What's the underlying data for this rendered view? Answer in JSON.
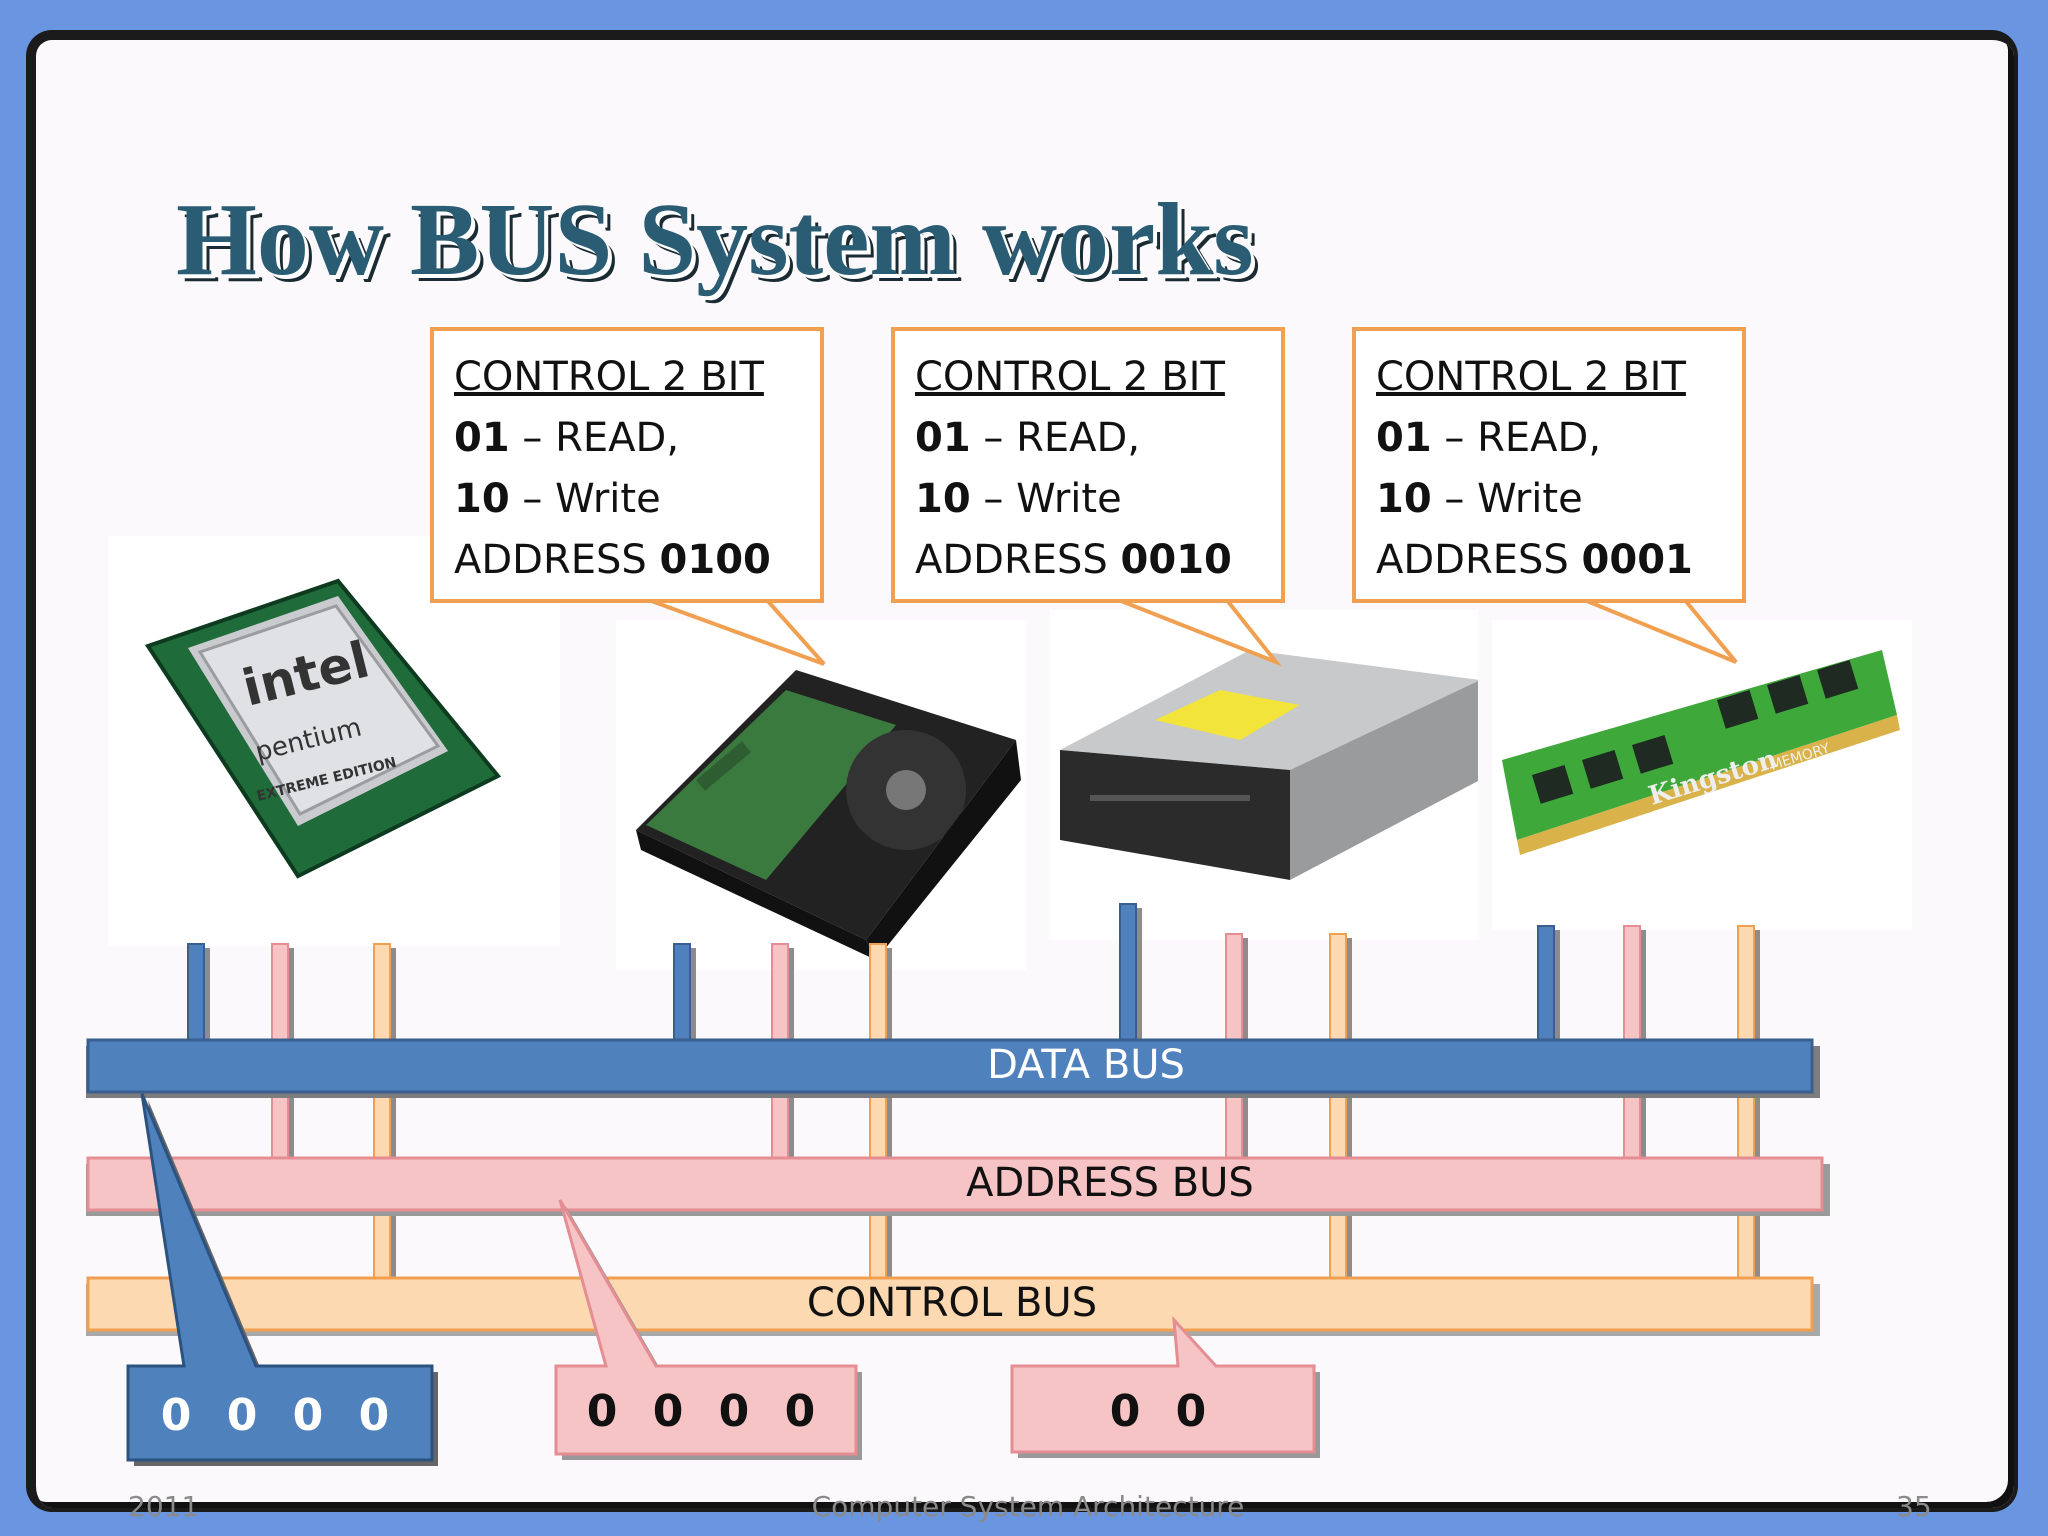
{
  "title": "How BUS System works",
  "callouts": [
    {
      "heading": "CONTROL 2 BIT",
      "read_code": "01",
      "read_text": " – READ,",
      "write_code": "10",
      "write_text": " – Write",
      "address_label": "ADDRESS ",
      "address_value": "0100"
    },
    {
      "heading": "CONTROL 2 BIT",
      "read_code": "01",
      "read_text": " – READ,",
      "write_code": "10",
      "write_text": " – Write",
      "address_label": "ADDRESS ",
      "address_value": "0010"
    },
    {
      "heading": "CONTROL 2 BIT",
      "read_code": "01",
      "read_text": " – READ,",
      "write_code": "10",
      "write_text": " – Write",
      "address_label": "ADDRESS ",
      "address_value": "0001"
    }
  ],
  "devices": {
    "cpu": {
      "brand": "intel",
      "model": "pentium",
      "edition": "EXTREME EDITION"
    },
    "hdd": {},
    "optical": {},
    "ram": {
      "brand": "Kingston",
      "label": "MEMORY"
    }
  },
  "buses": {
    "data": "DATA BUS",
    "address": "ADDRESS BUS",
    "control": "CONTROL BUS"
  },
  "values": {
    "data": "0 0 0 0",
    "address": "0 0 0 0",
    "control": "0 0"
  },
  "colors": {
    "data_bus": "#4f81bd",
    "address_bus": "#f7c4c6",
    "control_bus": "#fcd9b0",
    "callout_border": "#f0a050",
    "title": "#2a5d74"
  },
  "footer": {
    "year": "2011",
    "course": "Computer System Architecture",
    "page": "35"
  }
}
